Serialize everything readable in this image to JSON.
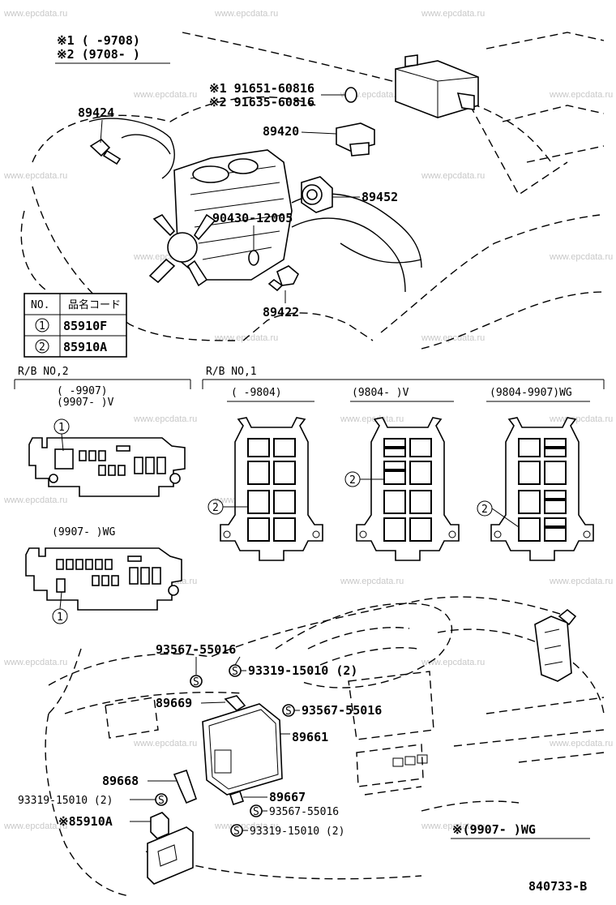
{
  "watermark": "www.epcdata.ru",
  "doc_code": "840733-B",
  "variants": {
    "v1": "※1 (    -9708)",
    "v2": "※2 (9708-    )"
  },
  "callouts": {
    "p89424": "89424",
    "p89420": "89420",
    "p89452": "89452",
    "p89422": "89422",
    "p90430": "90430-12005",
    "bolt_v1": "※1 91651-60816",
    "bolt_v2": "※2 91635-60816",
    "p93567_a": "93567-55016",
    "p93319_a": "93319-15010 (2)",
    "p89669": "89669",
    "p93567_b": "93567-55016",
    "p89661": "89661",
    "p89668": "89668",
    "p89667": "89667",
    "p93319_b": "93319-15010 (2)",
    "p93567_c": "93567-55016",
    "p85910a": "※85910A",
    "p93319_c": "93319-15010 (2)",
    "bottom_note": "※(9907-      )WG"
  },
  "relay_table": {
    "header_no": "NO.",
    "header_code": "品名コード",
    "rows": [
      {
        "no": "1",
        "code": "85910F"
      },
      {
        "no": "2",
        "code": "85910A"
      }
    ]
  },
  "rb2": {
    "title": "R/B NO,2",
    "sub1": "(     -9907)",
    "sub2": "(9907-      )V",
    "sub3": "(9907-      )WG"
  },
  "rb1": {
    "title": "R/B NO,1",
    "col1": "(     -9804)",
    "col2": "(9804-      )V",
    "col3": "(9804-9907)WG"
  }
}
